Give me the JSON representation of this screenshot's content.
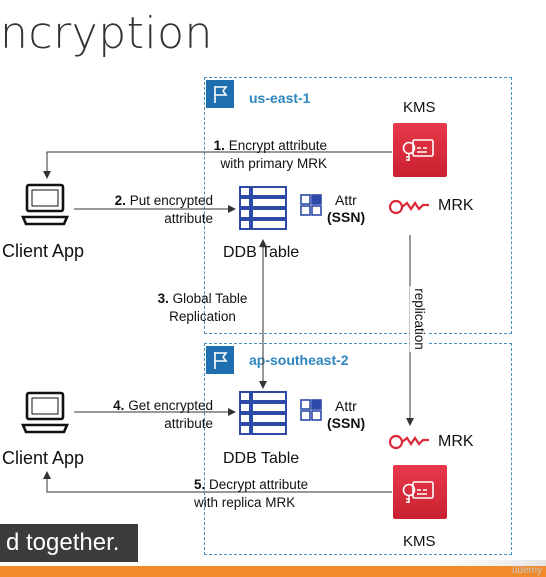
{
  "title": "ncryption",
  "regions": {
    "top": {
      "label": "us-east-1"
    },
    "bottom": {
      "label": "ap-southeast-2"
    }
  },
  "kms_top": {
    "label": "KMS"
  },
  "kms_bottom": {
    "label": "KMS"
  },
  "mrk_top": {
    "label": "MRK"
  },
  "mrk_bottom": {
    "label": "MRK"
  },
  "steps": {
    "s1": {
      "num": "1.",
      "line1": "Encrypt attribute",
      "line2": "with primary MRK"
    },
    "s2": {
      "num": "2.",
      "line1": "Put encrypted",
      "line2": "attribute"
    },
    "s3": {
      "num": "3.",
      "line1": "Global Table",
      "line2": "Replication"
    },
    "s4": {
      "num": "4.",
      "line1": "Get encrypted",
      "line2": "attribute"
    },
    "s5": {
      "num": "5.",
      "line1": "Decrypt attribute",
      "line2": "with replica MRK"
    }
  },
  "client_top": {
    "label": "Client App"
  },
  "client_bottom": {
    "label": "Client App"
  },
  "ddb_top": {
    "label": "DDB Table",
    "attr": "Attr",
    "attr_key": "(SSN)"
  },
  "ddb_bottom": {
    "label": "DDB Table",
    "attr": "Attr",
    "attr_key": "(SSN)"
  },
  "replication_label": "replication",
  "banner_text": "d together.",
  "watermark": "ûdemy",
  "colors": {
    "region_border": "#4a90b8",
    "kms_red": "#d92b3a",
    "region_blue": "#1f6fb0",
    "accent_orange": "#f08a2a"
  }
}
